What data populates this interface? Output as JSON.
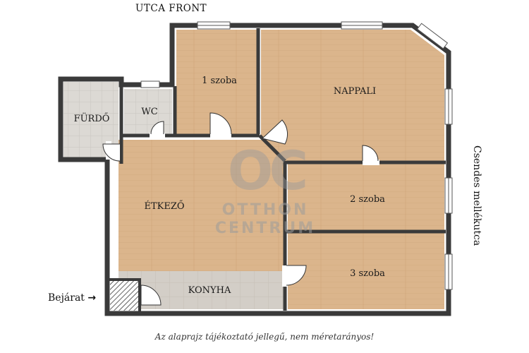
{
  "streets": {
    "top": "UTCA FRONT",
    "side": "Csendes mellékutca"
  },
  "entrance": {
    "label": "Bejárat",
    "arrow": "→"
  },
  "rooms": {
    "furdo": "FÜRDŐ",
    "wc": "WC",
    "szoba1": "1 szoba",
    "nappali": "NAPPALI",
    "etkezo": "ÉTKEZŐ",
    "szoba2": "2 szoba",
    "szoba3": "3 szoba",
    "konyha": "KONYHA"
  },
  "watermark": {
    "logo": "OC",
    "line1": "OTTHON",
    "line2": "CENTRUM"
  },
  "note": "Az alaprajz tájékoztató jellegű, nem méretarányos!",
  "colors": {
    "wall": "#3a3a3a",
    "wood": "#d9b48a",
    "tile": "#d8d5d0",
    "kitchen_floor": "#cfcac3"
  }
}
